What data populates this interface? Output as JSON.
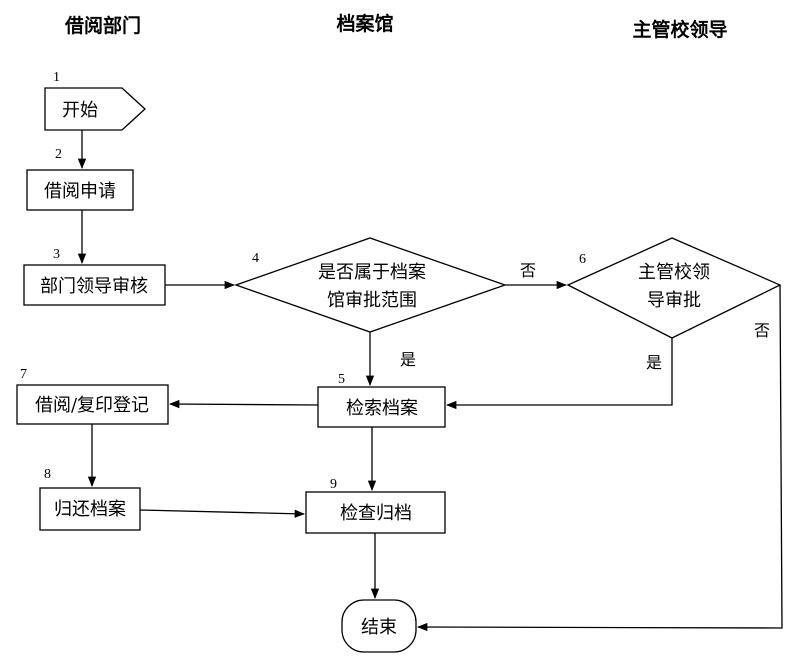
{
  "headers": {
    "borrow_dept": "借阅部门",
    "archives": "档案馆",
    "leader": "主管校领导"
  },
  "nodes": {
    "start": {
      "num": "1",
      "label": "开始"
    },
    "apply": {
      "num": "2",
      "label": "借阅申请"
    },
    "dept_review": {
      "num": "3",
      "label": "部门领导审核"
    },
    "scope_decision": {
      "num": "4",
      "line1": "是否属于档案",
      "line2": "馆审批范围"
    },
    "retrieve": {
      "num": "5",
      "label": "检索档案"
    },
    "leader_approval": {
      "num": "6",
      "line1": "主管校领",
      "line2": "导审批"
    },
    "register": {
      "num": "7",
      "label": "借阅/复印登记"
    },
    "return_files": {
      "num": "8",
      "label": "归还档案"
    },
    "check_archive": {
      "num": "9",
      "label": "检查归档"
    },
    "end": {
      "label": "结束"
    }
  },
  "edge_labels": {
    "scope_no": "否",
    "scope_yes": "是",
    "leader_yes": "是",
    "leader_no": "否"
  }
}
